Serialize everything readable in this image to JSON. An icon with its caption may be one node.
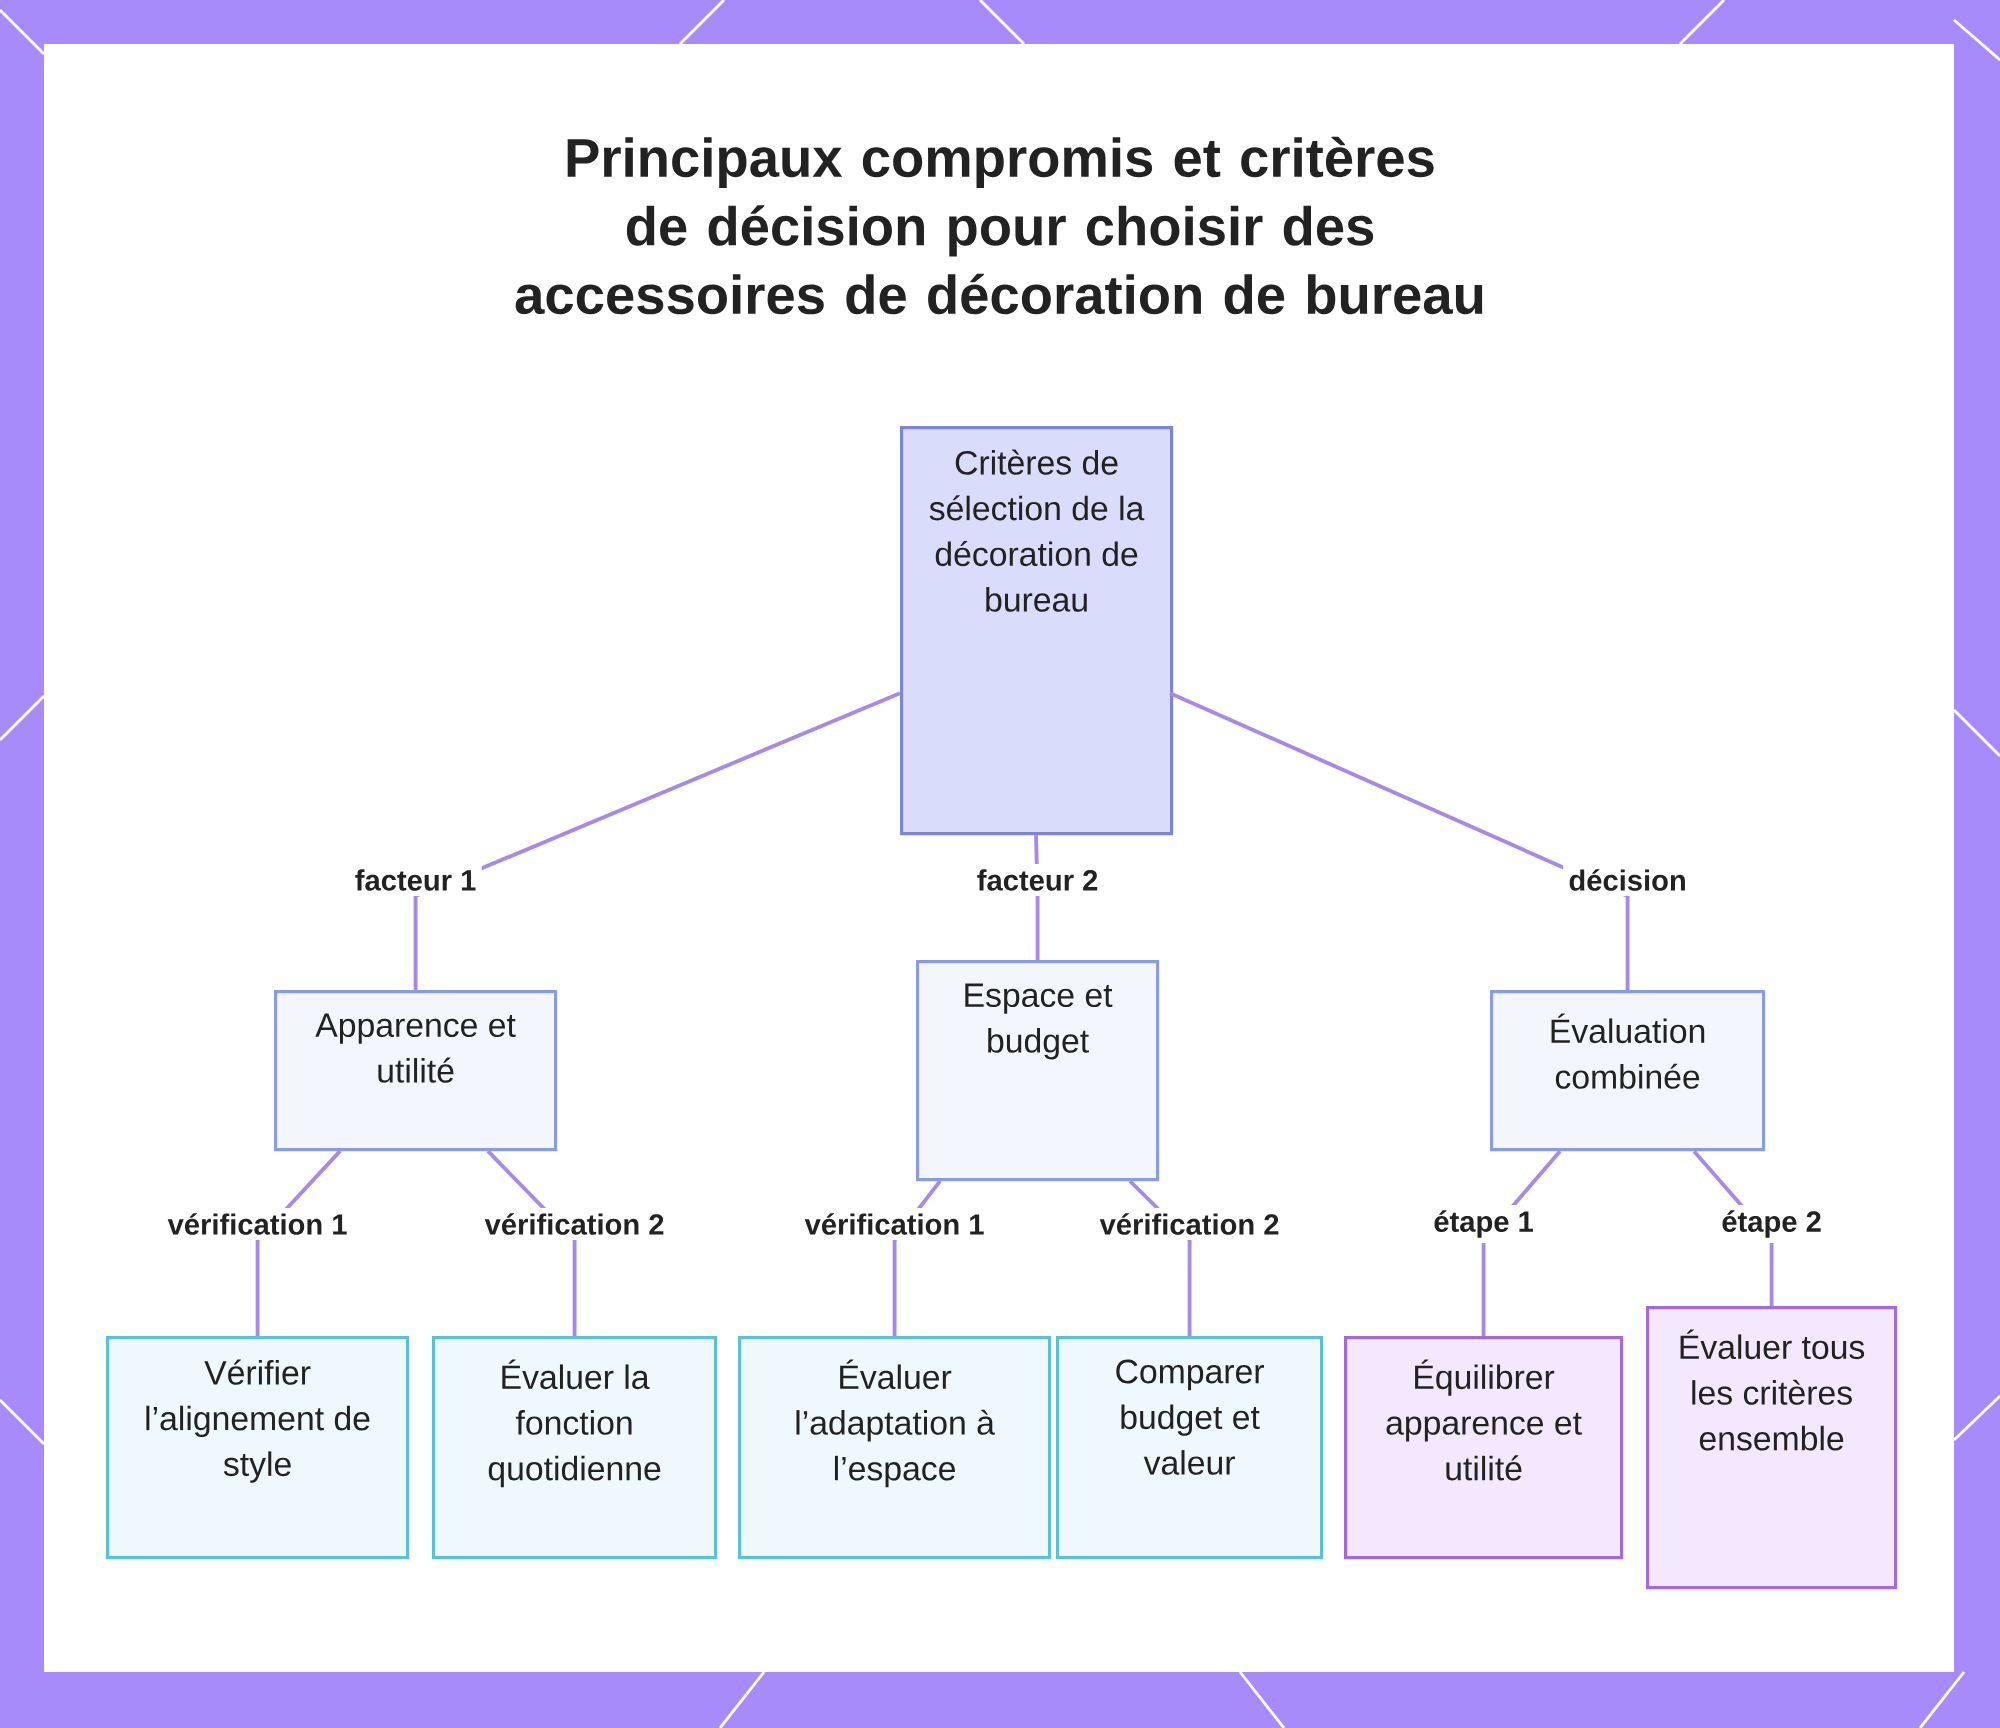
{
  "diagram": {
    "title": "Principaux compromis et critères de décision pour choisir des accessoires de décoration de bureau",
    "nodes": [
      {
        "text": [
          "Critères de sélection de la décoration de bureau"
        ]
      },
      {
        "text": [
          "Apparence et utilité"
        ]
      },
      {
        "text": [
          "Espace et budget"
        ]
      },
      {
        "text": [
          "Évaluation combinée"
        ]
      },
      {
        "text": [
          "Vérifier l’alignement de style"
        ]
      },
      {
        "text": [
          "Évaluer la fonction quotidienne"
        ]
      },
      {
        "text": [
          "Évaluer l’adaptation à l’espace"
        ]
      },
      {
        "text": [
          "Comparer budget et valeur"
        ]
      },
      {
        "text": [
          "Équilibrer apparence et utilité"
        ]
      },
      {
        "text": [
          "Évaluer tous les critères ensemble"
        ]
      }
    ],
    "edges": [
      {
        "from": 0,
        "to": 1,
        "arrow": "none",
        "label": "facteur 1"
      },
      {
        "from": 0,
        "to": 2,
        "arrow": "none",
        "label": "facteur 2"
      },
      {
        "from": 0,
        "to": 3,
        "arrow": "none",
        "label": "décision"
      },
      {
        "from": 1,
        "to": 4,
        "arrow": "none",
        "label": "vérification 1"
      },
      {
        "from": 1,
        "to": 5,
        "arrow": "none",
        "label": "vérification 2"
      },
      {
        "from": 2,
        "to": 6,
        "arrow": "none",
        "label": "vérification 1"
      },
      {
        "from": 2,
        "to": 7,
        "arrow": "none",
        "label": "vérification 2"
      },
      {
        "from": 3,
        "to": 8,
        "arrow": "none",
        "label": "étape 1"
      },
      {
        "from": 3,
        "to": 9,
        "arrow": "none",
        "label": "étape 2"
      }
    ]
  }
}
